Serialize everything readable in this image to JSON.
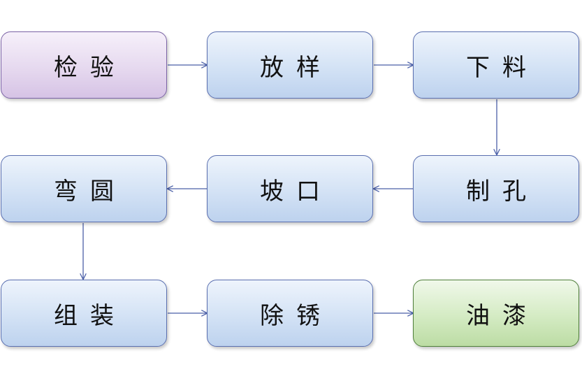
{
  "diagram": {
    "nodes": [
      {
        "id": "inspect",
        "label": "检验",
        "variant": "start"
      },
      {
        "id": "layout",
        "label": "放样",
        "variant": "process"
      },
      {
        "id": "blanking",
        "label": "下料",
        "variant": "process"
      },
      {
        "id": "bending",
        "label": "弯圆",
        "variant": "process"
      },
      {
        "id": "bevel",
        "label": "坡口",
        "variant": "process"
      },
      {
        "id": "drilling",
        "label": "制孔",
        "variant": "process"
      },
      {
        "id": "assembly",
        "label": "组装",
        "variant": "process"
      },
      {
        "id": "derust",
        "label": "除锈",
        "variant": "process"
      },
      {
        "id": "painting",
        "label": "油漆",
        "variant": "end"
      }
    ],
    "edges": [
      {
        "from": "inspect",
        "to": "layout"
      },
      {
        "from": "layout",
        "to": "blanking"
      },
      {
        "from": "blanking",
        "to": "drilling"
      },
      {
        "from": "drilling",
        "to": "bevel"
      },
      {
        "from": "bevel",
        "to": "bending"
      },
      {
        "from": "bending",
        "to": "assembly"
      },
      {
        "from": "assembly",
        "to": "derust"
      },
      {
        "from": "derust",
        "to": "painting"
      }
    ],
    "colors": {
      "process_fill": "#d3e2f5",
      "process_border": "#5a6fb0",
      "start_fill": "#e6d9ef",
      "start_border": "#7b63a6",
      "end_fill": "#d4ebc3",
      "end_border": "#4f7f3a",
      "connector": "#4a5fa8"
    }
  }
}
